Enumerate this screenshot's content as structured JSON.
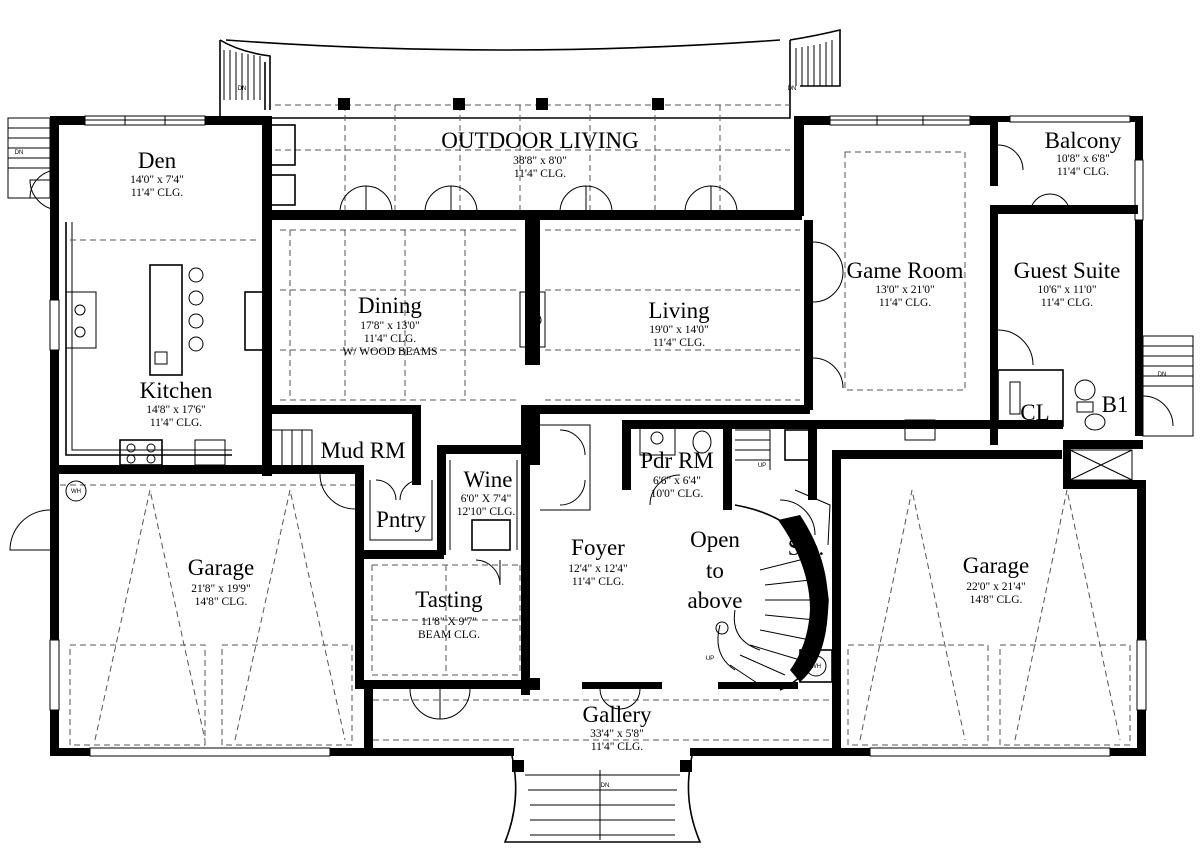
{
  "rooms": {
    "outdoor_living": {
      "name": "OUTDOOR LIVING",
      "dim": "38'8\" x 8'0\"",
      "clg": "11'4\" CLG."
    },
    "den": {
      "name": "Den",
      "dim": "14'0\" x 7'4\"",
      "clg": "11'4\" CLG."
    },
    "balcony": {
      "name": "Balcony",
      "dim": "10'8\" x 6'8\"",
      "clg": "11'4\" CLG."
    },
    "dining": {
      "name": "Dining",
      "dim": "17'8\" x 13'0\"",
      "clg": "11'4\" CLG.",
      "note": "W/ WOOD BEAMS"
    },
    "living": {
      "name": "Living",
      "dim": "19'0\" x 14'0\"",
      "clg": "11'4\" CLG."
    },
    "game_room": {
      "name": "Game Room",
      "dim": "13'0\" x 21'0\"",
      "clg": "11'4\" CLG."
    },
    "guest_suite": {
      "name": "Guest Suite",
      "dim": "10'6\" x 11'0\"",
      "clg": "11'4\" CLG."
    },
    "kitchen": {
      "name": "Kitchen",
      "dim": "14'8\" x 17'6\"",
      "clg": "11'4\" CLG."
    },
    "mud_rm": {
      "name": "Mud RM"
    },
    "wine": {
      "name": "Wine",
      "dim": "6'0\" X 7'4\"",
      "clg": "12'10\" CLG."
    },
    "pntry": {
      "name": "Pntry"
    },
    "pdr_rm": {
      "name": "Pdr RM",
      "dim": "6'6\" x 6'4\"",
      "clg": "10'0\" CLG."
    },
    "cl": {
      "name": "CL"
    },
    "b1": {
      "name": "B1"
    },
    "garage_left": {
      "name": "Garage",
      "dim": "21'8\" x 19'9\"",
      "clg": "14'8\" CLG."
    },
    "garage_right": {
      "name": "Garage",
      "dim": "22'0\" x 21'4\"",
      "clg": "14'8\" CLG."
    },
    "foyer": {
      "name": "Foyer",
      "dim": "12'4\" x 12'4\"",
      "clg": "11'4\" CLG."
    },
    "open_above": {
      "line1": "Open",
      "line2": "to",
      "line3": "above"
    },
    "sto": {
      "name": "Sto."
    },
    "tasting": {
      "name": "Tasting",
      "dim": "11'8\" X 9'7\"",
      "clg": "BEAM CLG."
    },
    "gallery": {
      "name": "Gallery",
      "dim": "33'4\" x 5'8\"",
      "clg": "11'4\" CLG."
    }
  },
  "tags": {
    "dn": "DN",
    "up": "UP",
    "wh": "WH"
  }
}
